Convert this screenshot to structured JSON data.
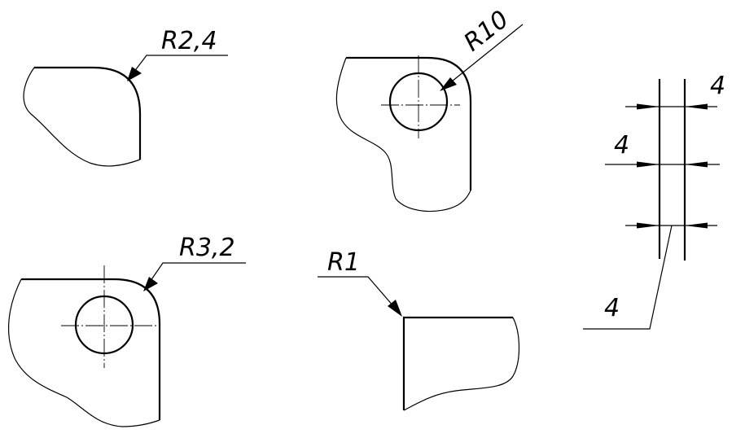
{
  "labels": {
    "r24": "R2,4",
    "r10": "R10",
    "r32": "R3,2",
    "r1": "R1",
    "dim_top_right": "4",
    "dim_mid_left": "4",
    "dim_bottom": "4"
  }
}
